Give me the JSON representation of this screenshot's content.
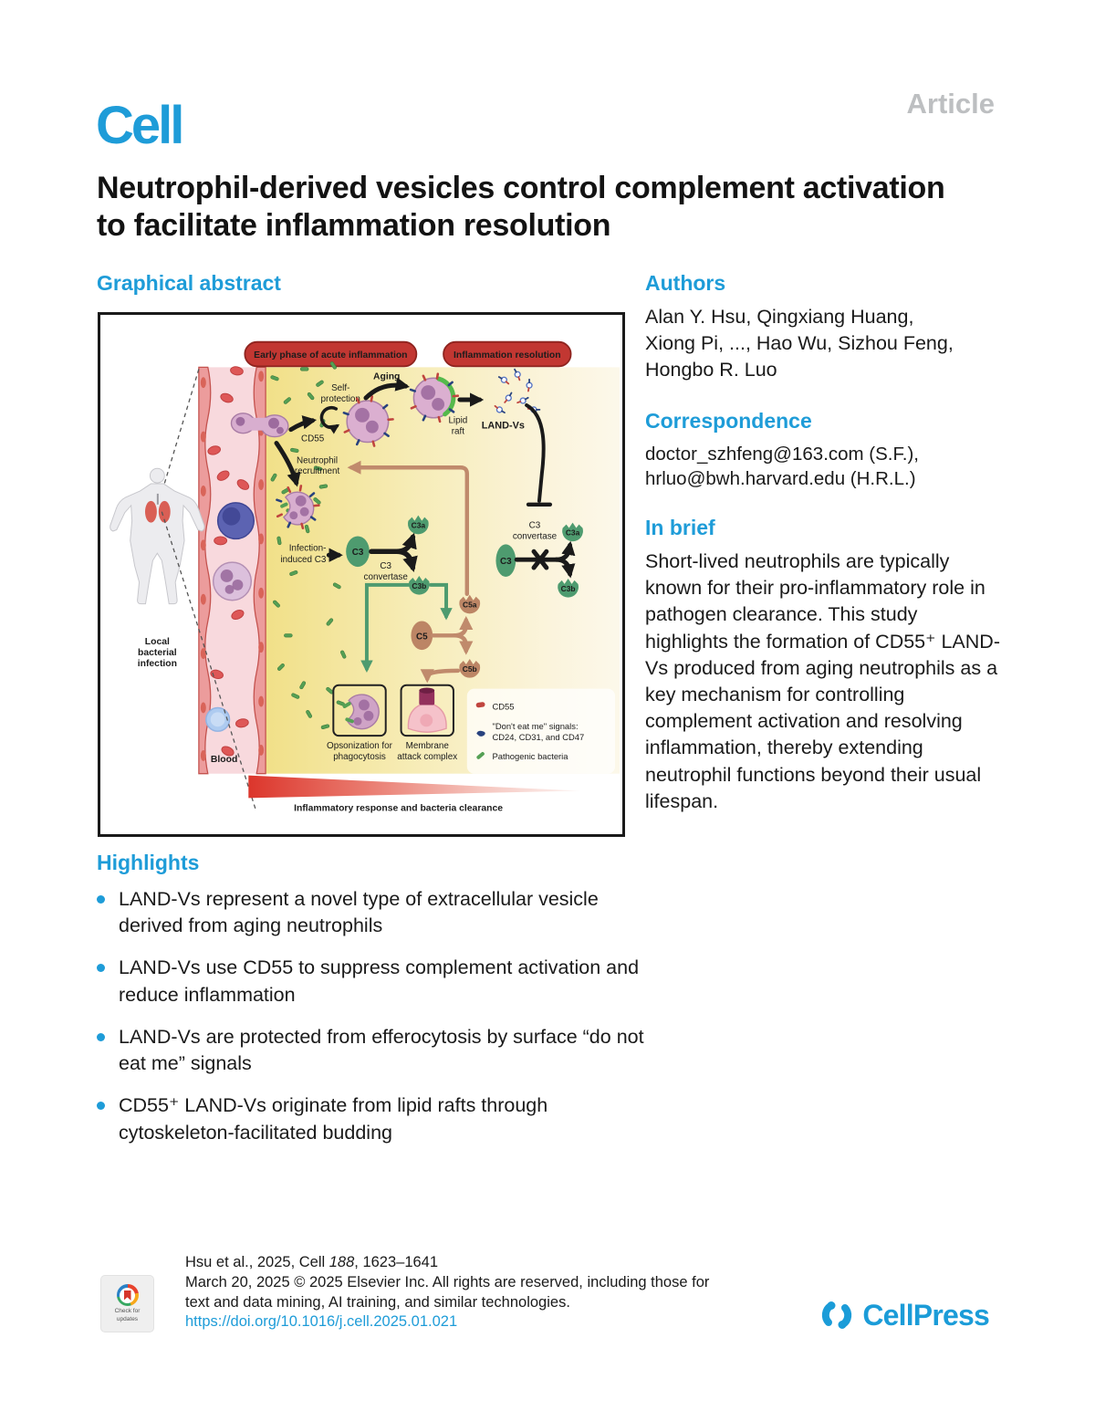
{
  "header": {
    "logo": "Cell",
    "article_label": "Article"
  },
  "title": "Neutrophil-derived vesicles control complement activation to facilitate inflammation resolution",
  "left": {
    "graphical_abstract_heading": "Graphical abstract"
  },
  "figure": {
    "banners": [
      "Early phase of acute inflammation",
      "Inflammation resolution"
    ],
    "labels": {
      "self_protection": [
        "Self-",
        "protection"
      ],
      "cd55": "CD55",
      "aging": "Aging",
      "lipid_raft": [
        "Lipid",
        "raft"
      ],
      "land_vs": "LAND-Vs",
      "neutrophil_recruitment": [
        "Neutrophil",
        "recruitment"
      ],
      "infection_induced": [
        "Infection-",
        "induced C3"
      ],
      "c3_mid": "C3",
      "c3_convertase_mid": [
        "C3",
        "convertase"
      ],
      "c3a_mid": "C3a",
      "c3b_mid": "C3b",
      "c3_right": "C3",
      "c3_convertase_right": [
        "C3",
        "convertase"
      ],
      "c3a_right": "C3a",
      "c3b_right": "C3b",
      "c5": "C5",
      "c5a": "C5a",
      "c5b": "C5b",
      "local_infection": [
        "Local",
        "bacterial",
        "infection"
      ],
      "blood": "Blood",
      "box1": [
        "Opsonization for",
        "phagocytosis"
      ],
      "box2": [
        "Membrane",
        "attack complex"
      ],
      "wedge": "Inflammatory response and bacteria clearance"
    },
    "legend": {
      "cd55": "CD55",
      "dont_eat_1": "\"Don't eat me\" signals:",
      "dont_eat_2": "CD24, CD31, and CD47",
      "bacteria": "Pathogenic bacteria"
    }
  },
  "authors": {
    "heading": "Authors",
    "lines": [
      "Alan Y. Hsu, Qingxiang Huang,",
      "Xiong Pi, ..., Hao Wu, Sizhou Feng,",
      "Hongbo R. Luo"
    ]
  },
  "correspondence": {
    "heading": "Correspondence",
    "lines": [
      "doctor_szhfeng@163.com (S.F.),",
      "hrluo@bwh.harvard.edu (H.R.L.)"
    ]
  },
  "in_brief": {
    "heading": "In brief",
    "text": "Short-lived neutrophils are typically known for their pro-inflammatory role in pathogen clearance. This study highlights the formation of CD55⁺ LAND-Vs produced from aging neutrophils as a key mechanism for controlling complement activation and resolving inflammation, thereby extending neutrophil functions beyond their usual lifespan."
  },
  "highlights": {
    "heading": "Highlights",
    "items": [
      "LAND-Vs represent a novel type of extracellular vesicle derived from aging neutrophils",
      "LAND-Vs use CD55 to suppress complement activation and reduce inflammation",
      "LAND-Vs are protected from efferocytosis by surface “do not eat me” signals",
      "CD55⁺ LAND-Vs originate from lipid rafts through cytoskeleton-facilitated budding"
    ]
  },
  "footer": {
    "citation_prefix": "Hsu et al., 2025, Cell ",
    "citation_volume": "188",
    "citation_suffix": ", 1623–1641",
    "line2": "March 20, 2025 © 2025 Elsevier Inc. All rights are reserved, including those for",
    "line3": "text and data mining, AI training, and similar technologies.",
    "doi": "https://doi.org/10.1016/j.cell.2025.01.021",
    "badge_line1": "Check for",
    "badge_line2": "updates",
    "cellpress": "CellPress"
  },
  "colors": {
    "accent_blue": "#1E9CD8",
    "banner_red": "#C23732",
    "green": "#4E9B6F",
    "brown": "#C08A6C",
    "land_red": "#C5352C"
  }
}
